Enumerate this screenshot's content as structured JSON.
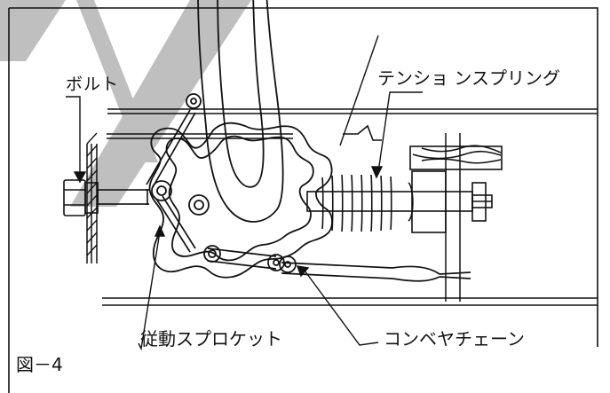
{
  "labels": {
    "bolt": "ボルト",
    "tension_spring": "テンショ ンスプリング",
    "driven_sprocket": "従動スプロケット",
    "conveyor_chain": "コンベヤチェーン",
    "figure": "図－4"
  },
  "watermark_color": "#bfbfbf",
  "line_color": "#111111"
}
